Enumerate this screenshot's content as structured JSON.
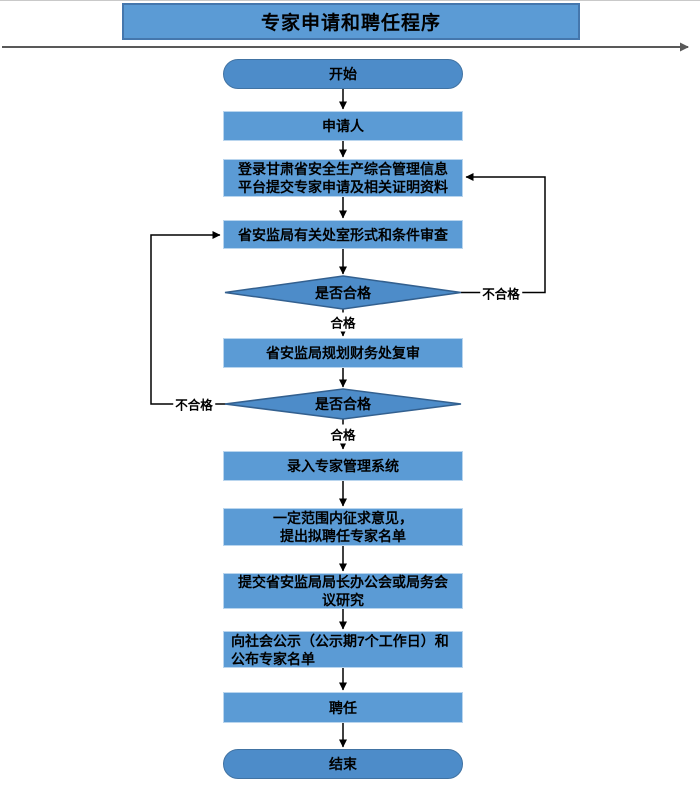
{
  "title": "专家申请和聘任程序",
  "colors": {
    "process_fill": "#5b9bd5",
    "process_border": "#b9d5ee",
    "terminal_fill": "#4d8cc9",
    "terminal_border": "#4173a3",
    "diamond_fill": "#4d8cc9",
    "diamond_border": "#33608f",
    "title_fill": "#5b9bd5",
    "title_border": "#4577ad",
    "rule_arrow": "#595959",
    "connector": "#000000",
    "text": "#000000"
  },
  "nodes": {
    "start": "开始",
    "applicant": "申请人",
    "login": [
      "登录甘肃省安全生产综合管理信息",
      "平台提交专家申请及相关证明资料"
    ],
    "dept_review": "省安监局有关处室形式和条件审查",
    "decision1": "是否合格",
    "finance_review": "省安监局规划财务处复审",
    "decision2": "是否合格",
    "register": "录入专家管理系统",
    "solicit": [
      "一定范围内征求意见，",
      "提出拟聘任专家名单"
    ],
    "submit_meeting": [
      "提交省安监局局长办公会或局务会",
      "议研究"
    ],
    "publicity": [
      "向社会公示（公示期7个工作日）和",
      "公布专家名单"
    ],
    "appoint": "聘任",
    "end": "结束"
  },
  "edge_labels": {
    "pass": "合格",
    "fail": "不合格"
  }
}
